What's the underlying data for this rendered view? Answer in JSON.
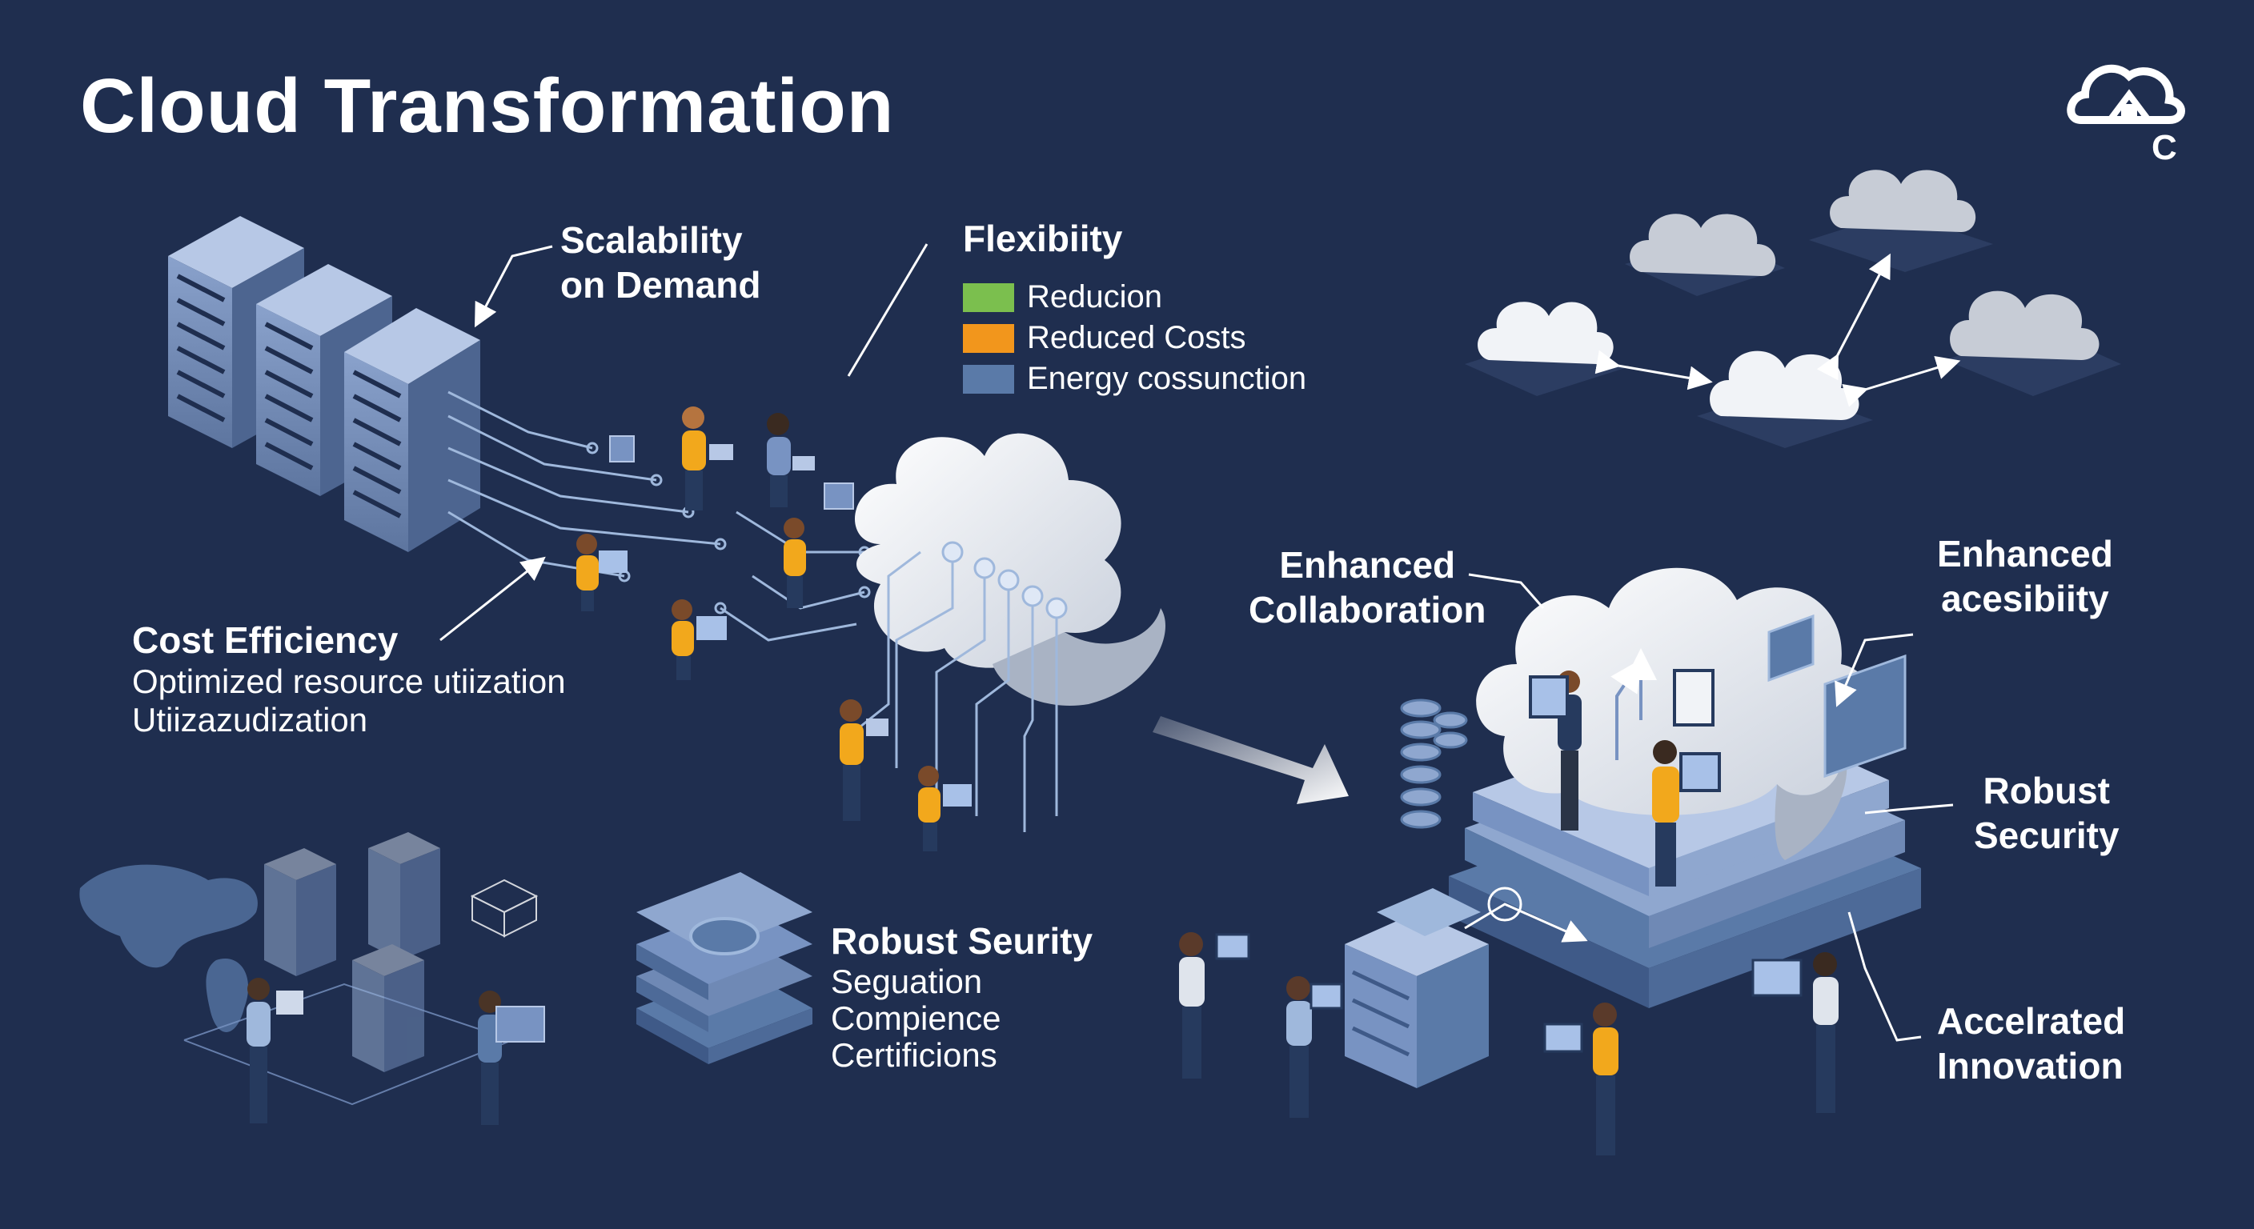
{
  "title": "Cloud Transformation",
  "callouts": {
    "scalability": [
      "Scalability",
      "on Demand"
    ],
    "flexibility": "Flexibiity",
    "cost_efficiency": {
      "heading": "Cost Efficiency",
      "lines": [
        "Optimized resource utiization",
        "Utiizazudization"
      ]
    },
    "robust_security_left": {
      "heading": "Robust Seurity",
      "lines": [
        "Seguation",
        "Compience",
        "Certificions"
      ]
    },
    "enhanced_collaboration": [
      "Enhanced",
      "Collaboration"
    ],
    "enhanced_accessibility": [
      "Enhanced",
      "acesibiity"
    ],
    "robust_security_right": [
      "Robust",
      "Security"
    ],
    "accelerated_innovation": [
      "Accelrated",
      "Innovation"
    ]
  },
  "legend": [
    {
      "label": "Reducion",
      "color": "#7bbf4e"
    },
    {
      "label": "Reduced Costs",
      "color": "#f2961c"
    },
    {
      "label": "Energy cossunction",
      "color": "#5a7aa8"
    }
  ],
  "logo_letter": "C",
  "colors": {
    "background": "#1f2e4f",
    "server_blue": "#8fa7cf",
    "cloud_white": "#f1f3f7",
    "accent_orange": "#f2a81c",
    "line_blue": "#9fb8dc"
  }
}
